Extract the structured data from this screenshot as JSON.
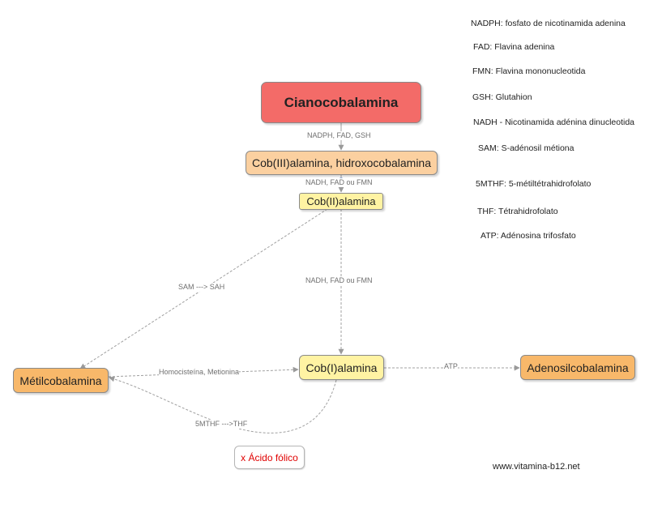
{
  "nodes": {
    "cianocobalamina": "Cianocobalamina",
    "cob_iii": "Cob(III)alamina, hidroxocobalamina",
    "cob_ii": "Cob(II)alamina",
    "cob_i": "Cob(I)alamina",
    "metilcobalamina": "Métilcobalamina",
    "adenosilcobalamina": "Adenosilcobalamina",
    "acido_folico": "x Ácido fólico"
  },
  "edge_labels": {
    "ciano_to_cob3": "NADPH, FAD, GSH",
    "cob3_to_cob2": "NADH, FAD ou FMN",
    "cob2_to_cob1": "NADH, FAD ou FMN",
    "cob2_to_metil": "SAM ---> SAH",
    "metil_cob1": "Homocisteína, Metionina",
    "cob1_to_adenosil": "ATP",
    "cob1_to_metil_curve": "5MTHF --->THF"
  },
  "legend": [
    "NADPH: fosfato de nicotinamida adenina",
    "FAD: Flavina adenina",
    "FMN: Flavina mononucleotida",
    "GSH: Glutahion",
    "NADH - Nicotinamida adénina dinucleotida",
    "SAM: S-adénosil métiona",
    "5MTHF: 5-métiltétrahidrofolato",
    "THF: Tétrahidrofolato",
    "ATP: Adénosina trifosfato"
  ],
  "footer": {
    "url": "www.vitamina-b12.net"
  },
  "colors": {
    "cianocobalamina": "#f36b68",
    "cob_iii": "#fbd0a0",
    "cob_ii": "#fff3a3",
    "cob_i": "#fff3a3",
    "metilcobalamina": "#f8b86a",
    "adenosilcobalamina": "#f8b86a",
    "acido_folico_text": "#e00000",
    "edge": "#a0a0a0"
  }
}
